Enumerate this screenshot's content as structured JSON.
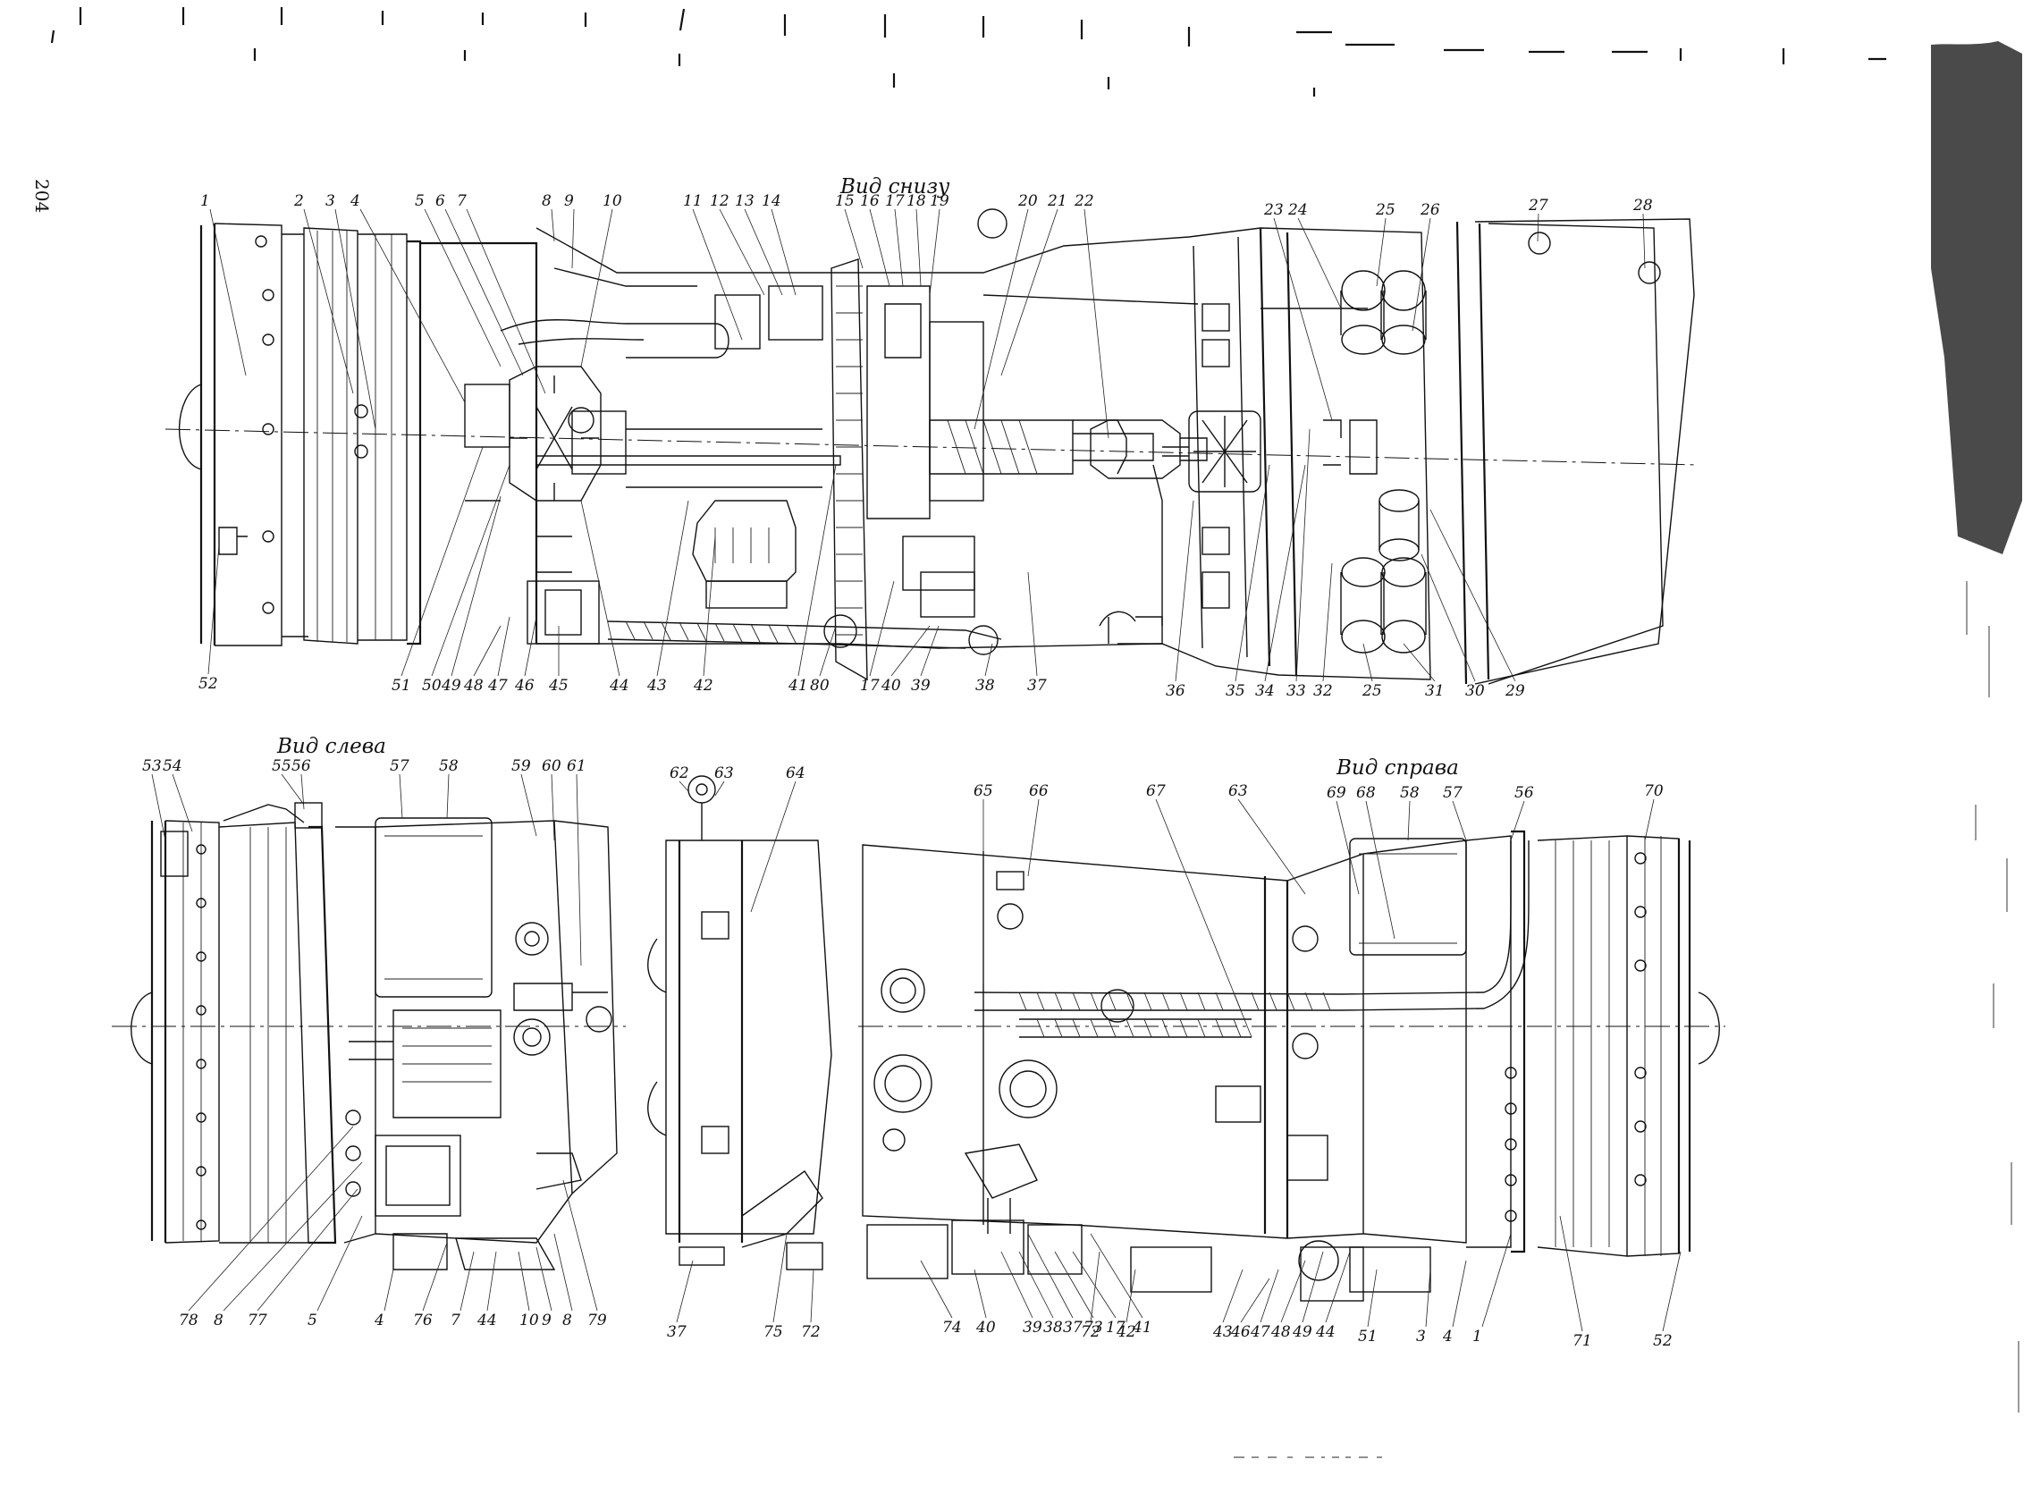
{
  "page_number": "204",
  "views": {
    "bottom": "Вид снизу",
    "left": "Вид слева",
    "right": "Вид справа"
  },
  "top_callouts": [
    "1",
    "2",
    "3",
    "4",
    "5",
    "6",
    "7",
    "8",
    "9",
    "10",
    "11",
    "12",
    "13",
    "14",
    "15",
    "16",
    "17",
    "18",
    "19",
    "20",
    "21",
    "22",
    "23",
    "24",
    "25",
    "26",
    "27",
    "28"
  ],
  "top_bottom_callouts": [
    "52",
    "51",
    "50",
    "49",
    "48",
    "47",
    "46",
    "45",
    "44",
    "43",
    "42",
    "41",
    "80",
    "17",
    "40",
    "39",
    "38",
    "37",
    "36",
    "35",
    "34",
    "33",
    "32",
    "25",
    "31",
    "30",
    "29"
  ],
  "left_top_callouts": [
    "53",
    "54",
    "55",
    "56",
    "57",
    "58",
    "59",
    "60",
    "61"
  ],
  "left_bottom_callouts": [
    "78",
    "8",
    "77",
    "5",
    "4",
    "76",
    "7",
    "44",
    "10",
    "9",
    "8",
    "79"
  ],
  "center_callouts": [
    "62",
    "63",
    "64",
    "37",
    "75",
    "72"
  ],
  "right_top_callouts": [
    "65",
    "66",
    "67",
    "63",
    "69",
    "68",
    "58",
    "57",
    "56",
    "70"
  ],
  "right_bottom_callouts": [
    "74",
    "40",
    "39",
    "38",
    "37",
    "73",
    "17",
    "41",
    "72",
    "42",
    "43",
    "46",
    "47",
    "48",
    "49",
    "44",
    "51",
    "3",
    "4",
    "1",
    "71",
    "52"
  ]
}
